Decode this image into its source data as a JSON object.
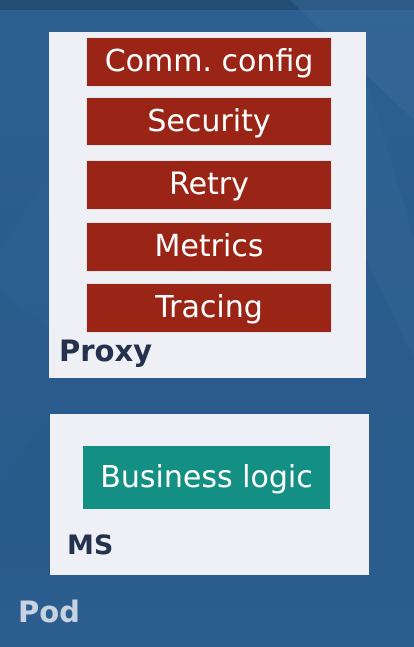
{
  "pod": {
    "label": "Pod"
  },
  "proxy": {
    "label": "Proxy",
    "capabilities": [
      "Comm. config",
      "Security",
      "Retry",
      "Metrics",
      "Tracing"
    ]
  },
  "microservice": {
    "label": "MS",
    "content": "Business logic"
  },
  "colors": {
    "pod_background": "#2a5d8f",
    "box_background": "#eef0f6",
    "proxy_capability": "#9a2516",
    "business_logic": "#138f84",
    "box_label": "#24324d",
    "pod_label": "#c8d3e2"
  }
}
